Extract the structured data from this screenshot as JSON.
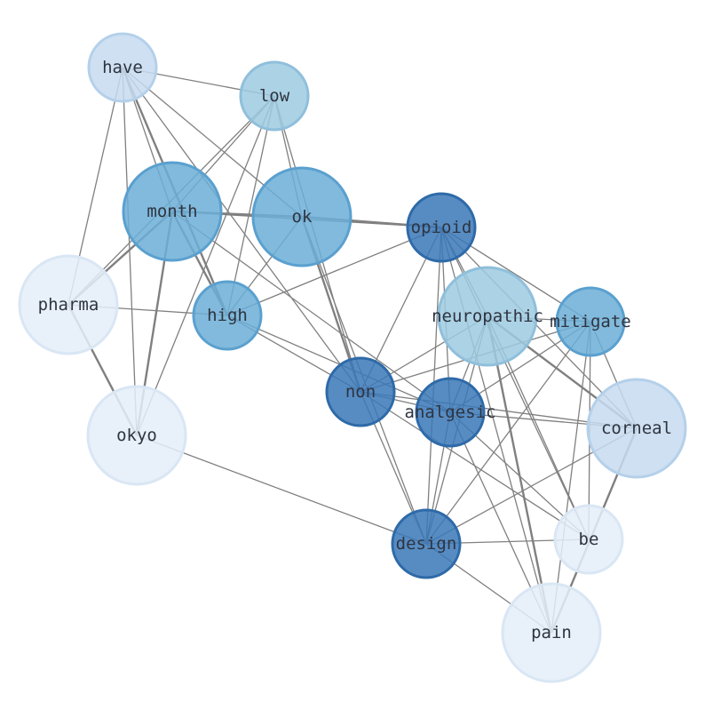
{
  "nodes": [
    {
      "id": "have",
      "label": "have",
      "size": 1,
      "fill": "#c6dbef",
      "stroke": "#b4d0ea"
    },
    {
      "id": "low",
      "label": "low",
      "size": 1,
      "fill": "#9ecae1",
      "stroke": "#8fbfdb"
    },
    {
      "id": "month",
      "label": "month",
      "size": 2,
      "fill": "#6baed6",
      "stroke": "#5aa0cf"
    },
    {
      "id": "ok",
      "label": "ok",
      "size": 2,
      "fill": "#6baed6",
      "stroke": "#5aa0cf"
    },
    {
      "id": "opioid",
      "label": "opioid",
      "size": 1,
      "fill": "#3a78b8",
      "stroke": "#2e6aa8"
    },
    {
      "id": "pharma",
      "label": "pharma",
      "size": 2,
      "fill": "#e4edf8",
      "stroke": "#d9e6f4"
    },
    {
      "id": "high",
      "label": "high",
      "size": 1,
      "fill": "#6baed6",
      "stroke": "#5aa0cf"
    },
    {
      "id": "neuropathic",
      "label": "neuropathic",
      "size": 2,
      "fill": "#9ecae1",
      "stroke": "#8fbfdb"
    },
    {
      "id": "mitigate",
      "label": "mitigate",
      "size": 1,
      "fill": "#6baed6",
      "stroke": "#5aa0cf"
    },
    {
      "id": "non",
      "label": "non",
      "size": 1,
      "fill": "#3a78b8",
      "stroke": "#2e6aa8"
    },
    {
      "id": "analgesic",
      "label": "analgesic",
      "size": 1,
      "fill": "#3a78b8",
      "stroke": "#2e6aa8"
    },
    {
      "id": "corneal",
      "label": "corneal",
      "size": 2,
      "fill": "#c6dbef",
      "stroke": "#b4d0ea"
    },
    {
      "id": "okyo",
      "label": "okyo",
      "size": 2,
      "fill": "#e4edf8",
      "stroke": "#d9e6f4"
    },
    {
      "id": "design",
      "label": "design",
      "size": 1,
      "fill": "#3a78b8",
      "stroke": "#2e6aa8"
    },
    {
      "id": "be",
      "label": "be",
      "size": 1,
      "fill": "#e4edf8",
      "stroke": "#d9e6f4"
    },
    {
      "id": "pain",
      "label": "pain",
      "size": 2,
      "fill": "#e4edf8",
      "stroke": "#d9e6f4"
    }
  ],
  "edges": [
    {
      "source": "have",
      "target": "low",
      "weight": 1
    },
    {
      "source": "have",
      "target": "month",
      "weight": 1
    },
    {
      "source": "have",
      "target": "pharma",
      "weight": 1
    },
    {
      "source": "have",
      "target": "high",
      "weight": 2
    },
    {
      "source": "have",
      "target": "okyo",
      "weight": 1
    },
    {
      "source": "have",
      "target": "ok",
      "weight": 1
    },
    {
      "source": "have",
      "target": "non",
      "weight": 1
    },
    {
      "source": "low",
      "target": "month",
      "weight": 1
    },
    {
      "source": "low",
      "target": "pharma",
      "weight": 1
    },
    {
      "source": "low",
      "target": "okyo",
      "weight": 1
    },
    {
      "source": "low",
      "target": "high",
      "weight": 1
    },
    {
      "source": "low",
      "target": "ok",
      "weight": 1
    },
    {
      "source": "low",
      "target": "non",
      "weight": 1
    },
    {
      "source": "month",
      "target": "ok",
      "weight": 2
    },
    {
      "source": "month",
      "target": "opioid",
      "weight": 1
    },
    {
      "source": "month",
      "target": "pharma",
      "weight": 2
    },
    {
      "source": "month",
      "target": "high",
      "weight": 2
    },
    {
      "source": "month",
      "target": "okyo",
      "weight": 2
    },
    {
      "source": "month",
      "target": "analgesic",
      "weight": 1
    },
    {
      "source": "ok",
      "target": "opioid",
      "weight": 2
    },
    {
      "source": "ok",
      "target": "high",
      "weight": 1
    },
    {
      "source": "ok",
      "target": "non",
      "weight": 2
    },
    {
      "source": "ok",
      "target": "design",
      "weight": 1
    },
    {
      "source": "pharma",
      "target": "high",
      "weight": 1
    },
    {
      "source": "pharma",
      "target": "okyo",
      "weight": 2
    },
    {
      "source": "high",
      "target": "opioid",
      "weight": 1
    },
    {
      "source": "high",
      "target": "non",
      "weight": 1
    },
    {
      "source": "high",
      "target": "analgesic",
      "weight": 1
    },
    {
      "source": "okyo",
      "target": "design",
      "weight": 1
    },
    {
      "source": "opioid",
      "target": "neuropathic",
      "weight": 1
    },
    {
      "source": "opioid",
      "target": "mitigate",
      "weight": 1
    },
    {
      "source": "opioid",
      "target": "non",
      "weight": 1
    },
    {
      "source": "opioid",
      "target": "analgesic",
      "weight": 1
    },
    {
      "source": "opioid",
      "target": "corneal",
      "weight": 1
    },
    {
      "source": "opioid",
      "target": "design",
      "weight": 1
    },
    {
      "source": "opioid",
      "target": "be",
      "weight": 1
    },
    {
      "source": "opioid",
      "target": "pain",
      "weight": 1
    },
    {
      "source": "neuropathic",
      "target": "mitigate",
      "weight": 1
    },
    {
      "source": "neuropathic",
      "target": "non",
      "weight": 1
    },
    {
      "source": "neuropathic",
      "target": "analgesic",
      "weight": 1
    },
    {
      "source": "neuropathic",
      "target": "corneal",
      "weight": 2
    },
    {
      "source": "neuropathic",
      "target": "design",
      "weight": 1
    },
    {
      "source": "neuropathic",
      "target": "be",
      "weight": 1
    },
    {
      "source": "neuropathic",
      "target": "pain",
      "weight": 2
    },
    {
      "source": "mitigate",
      "target": "non",
      "weight": 1
    },
    {
      "source": "mitigate",
      "target": "analgesic",
      "weight": 1
    },
    {
      "source": "mitigate",
      "target": "corneal",
      "weight": 1
    },
    {
      "source": "mitigate",
      "target": "design",
      "weight": 1
    },
    {
      "source": "mitigate",
      "target": "be",
      "weight": 1
    },
    {
      "source": "mitigate",
      "target": "pain",
      "weight": 1
    },
    {
      "source": "non",
      "target": "analgesic",
      "weight": 1
    },
    {
      "source": "non",
      "target": "corneal",
      "weight": 1
    },
    {
      "source": "non",
      "target": "design",
      "weight": 1
    },
    {
      "source": "non",
      "target": "be",
      "weight": 1
    },
    {
      "source": "analgesic",
      "target": "corneal",
      "weight": 1
    },
    {
      "source": "analgesic",
      "target": "design",
      "weight": 1
    },
    {
      "source": "analgesic",
      "target": "be",
      "weight": 1
    },
    {
      "source": "analgesic",
      "target": "pain",
      "weight": 1
    },
    {
      "source": "corneal",
      "target": "design",
      "weight": 1
    },
    {
      "source": "corneal",
      "target": "pain",
      "weight": 2
    },
    {
      "source": "design",
      "target": "be",
      "weight": 1
    },
    {
      "source": "design",
      "target": "pain",
      "weight": 1
    }
  ]
}
